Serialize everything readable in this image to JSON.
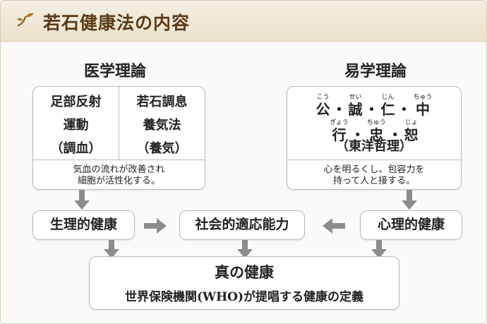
{
  "header": {
    "title": "若石健康法の内容",
    "icon": "sprout-icon"
  },
  "medical": {
    "title": "医学理論",
    "left_lines": [
      "足部反射",
      "運動",
      "（調血）"
    ],
    "right_lines": [
      "若石調息",
      "養気法",
      "（養気）"
    ],
    "note_lines": [
      "気血の流れが改善され",
      "細胞が活性化する。"
    ]
  },
  "iching": {
    "title": "易学理論",
    "row1": [
      {
        "base": "公",
        "ruby": "こう"
      },
      {
        "base": "誠",
        "ruby": "せい"
      },
      {
        "base": "仁",
        "ruby": "じん"
      },
      {
        "base": "中",
        "ruby": "ちゅう"
      }
    ],
    "row2": [
      {
        "base": "行",
        "ruby": "ぎょう"
      },
      {
        "base": "忠",
        "ruby": "ちゅう"
      },
      {
        "base": "恕",
        "ruby": "じょ"
      }
    ],
    "separator": "・",
    "paren": "（東洋哲理）",
    "note_lines": [
      "心を明るくし、包容力を",
      "持って人と接する。"
    ]
  },
  "flow": {
    "physiological": "生理的健康",
    "social": "社会的適応能力",
    "psychological": "心理的健康"
  },
  "final": {
    "title": "真の健康",
    "subtitle": "世界保険機関(WHO)が提唱する健康の定義"
  },
  "colors": {
    "header_text": "#5b3a17",
    "arrow": "#8c8c8c",
    "border": "#b9b9b9"
  }
}
